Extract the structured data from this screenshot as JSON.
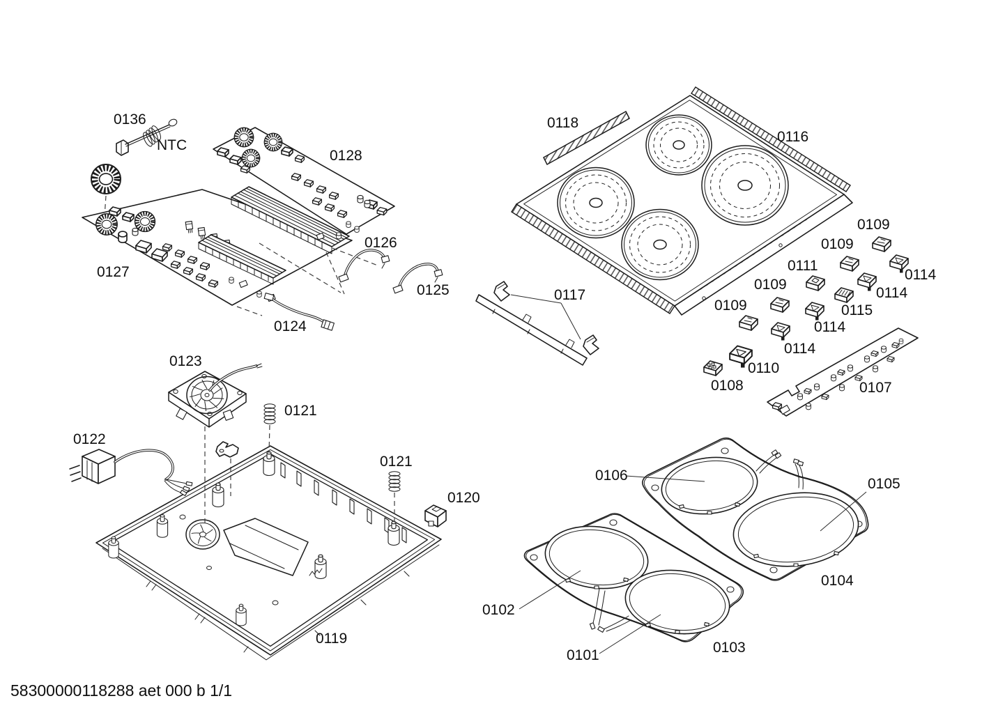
{
  "footer": "58300000118288 aet 000 b 1/1",
  "colors": {
    "line": "#1c1c1c",
    "background": "#ffffff",
    "label": "#0f0f0f"
  },
  "parts": {
    "0101": "0101",
    "0102": "0102",
    "0103": "0103",
    "0104": "0104",
    "0105": "0105",
    "0106": "0106",
    "0107": "0107",
    "0108": "0108",
    "0109": "0109",
    "0110": "0110",
    "0111": "0111",
    "0114": "0114",
    "0115": "0115",
    "0116": "0116",
    "0117": "0117",
    "0118": "0118",
    "0119": "0119",
    "0120": "0120",
    "0121": "0121",
    "0122": "0122",
    "0123": "0123",
    "0124": "0124",
    "0125": "0125",
    "0126": "0126",
    "0127": "0127",
    "0128": "0128",
    "0136": "0136",
    "ntc": "NTC"
  }
}
